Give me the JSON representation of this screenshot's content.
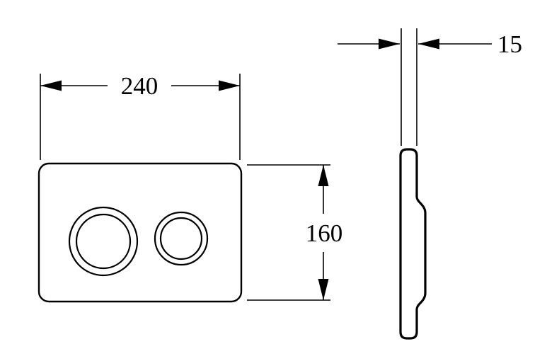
{
  "diagram": {
    "kind": "technical-drawing",
    "front_view": {
      "width": {
        "value": 240,
        "label": "240"
      },
      "height": {
        "value": 160,
        "label": "160"
      }
    },
    "side_view": {
      "thickness": {
        "value": 15,
        "label": "15"
      }
    }
  },
  "colors": {
    "line": "#000000",
    "background": "#ffffff"
  }
}
